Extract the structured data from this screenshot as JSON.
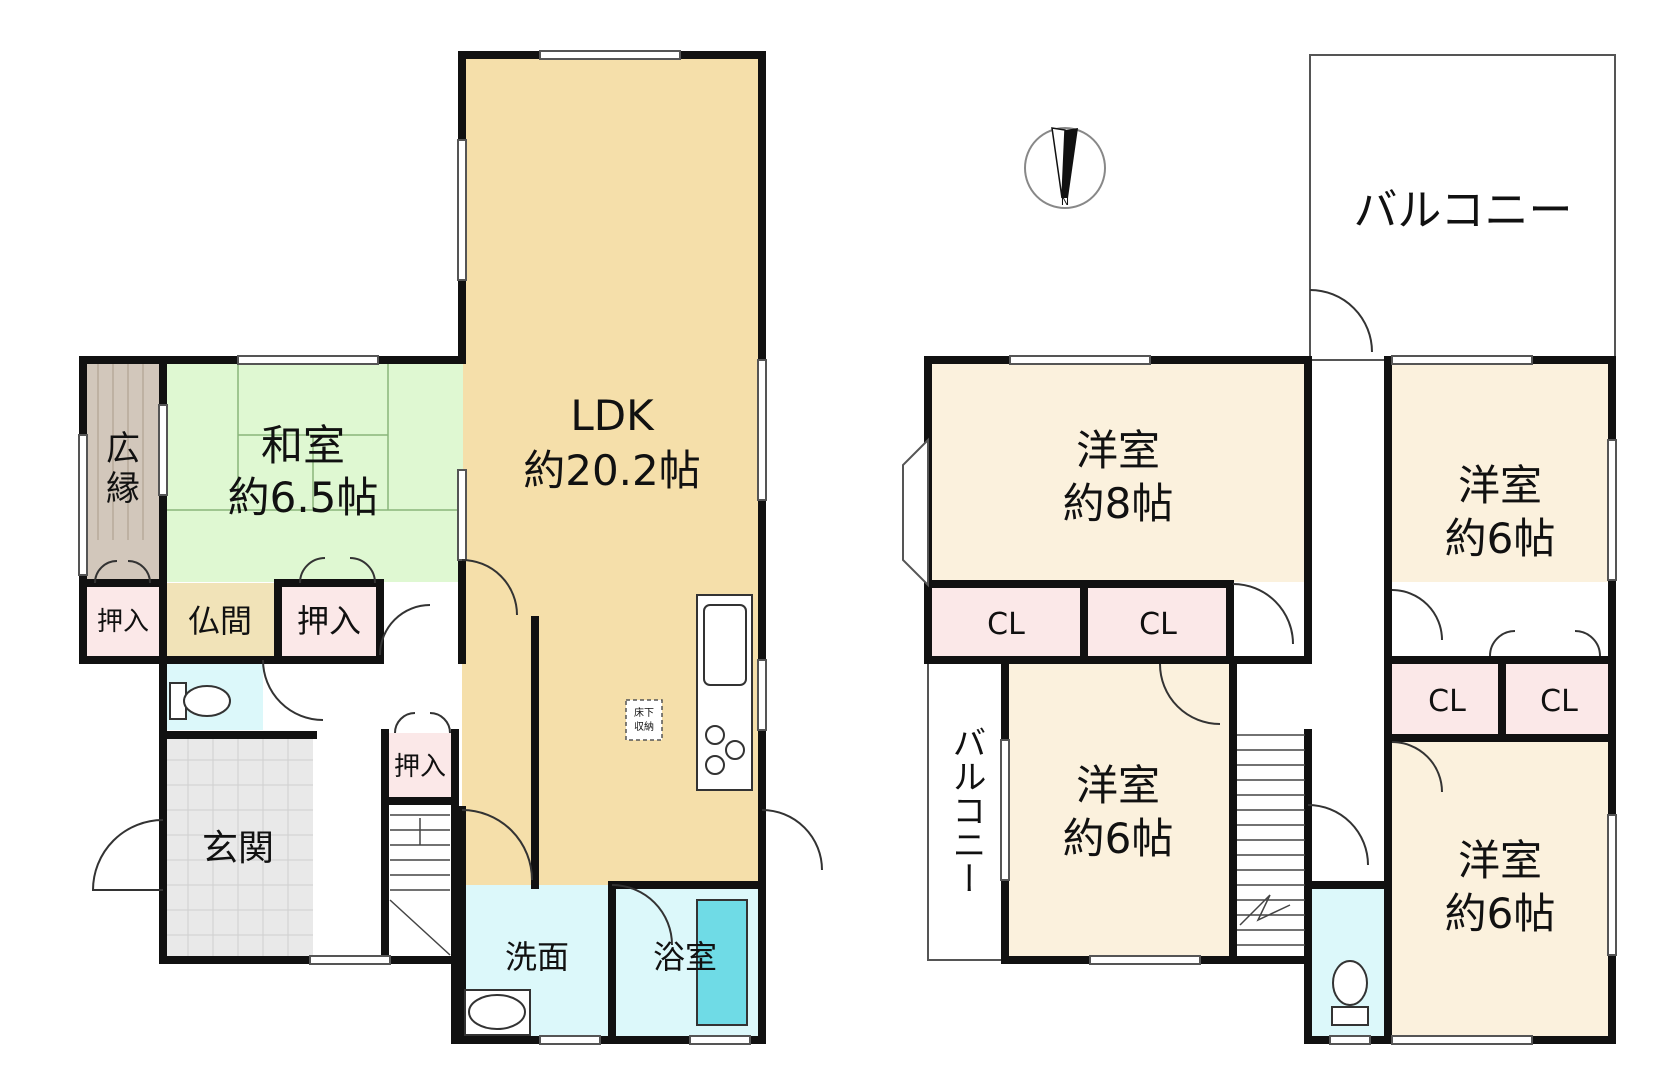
{
  "floor1": {
    "ldk": {
      "name": "LDK",
      "size": "約20.2帖"
    },
    "washitsu": {
      "name": "和室",
      "size": "約6.5帖"
    },
    "hiroen": {
      "line1": "広",
      "line2": "縁"
    },
    "oshiire_left": "押入",
    "butsuma": "仏間",
    "oshiire_mid": "押入",
    "oshiire_hall": "押入",
    "genkan": "玄関",
    "senmen": "洗面",
    "yokushitsu": "浴室",
    "underfloor": {
      "line1": "床下",
      "line2": "収納"
    }
  },
  "floor2": {
    "balcony_main": "バルコニー",
    "balcony_side": "バルコニー",
    "room_8": {
      "name": "洋室",
      "size": "約8帖"
    },
    "room_6_ne": {
      "name": "洋室",
      "size": "約6帖"
    },
    "room_6_mid": {
      "name": "洋室",
      "size": "約6帖"
    },
    "room_6_se": {
      "name": "洋室",
      "size": "約6帖"
    },
    "cl_1": "CL",
    "cl_2": "CL",
    "cl_3": "CL",
    "cl_4": "CL"
  },
  "compass": {
    "label": "N"
  },
  "colors": {
    "ldk": "#f5dfaa",
    "washitsu": "#dff8d2",
    "hiroen": "#d2c7bb",
    "butsuma": "#f1e3b8",
    "storage": "#fbe8e8",
    "wet": "#dcf8fa",
    "genkan": "#e9e9e9",
    "western": "#fbf1dd",
    "bathtub": "#6fdbe6",
    "wall": "#111111"
  }
}
